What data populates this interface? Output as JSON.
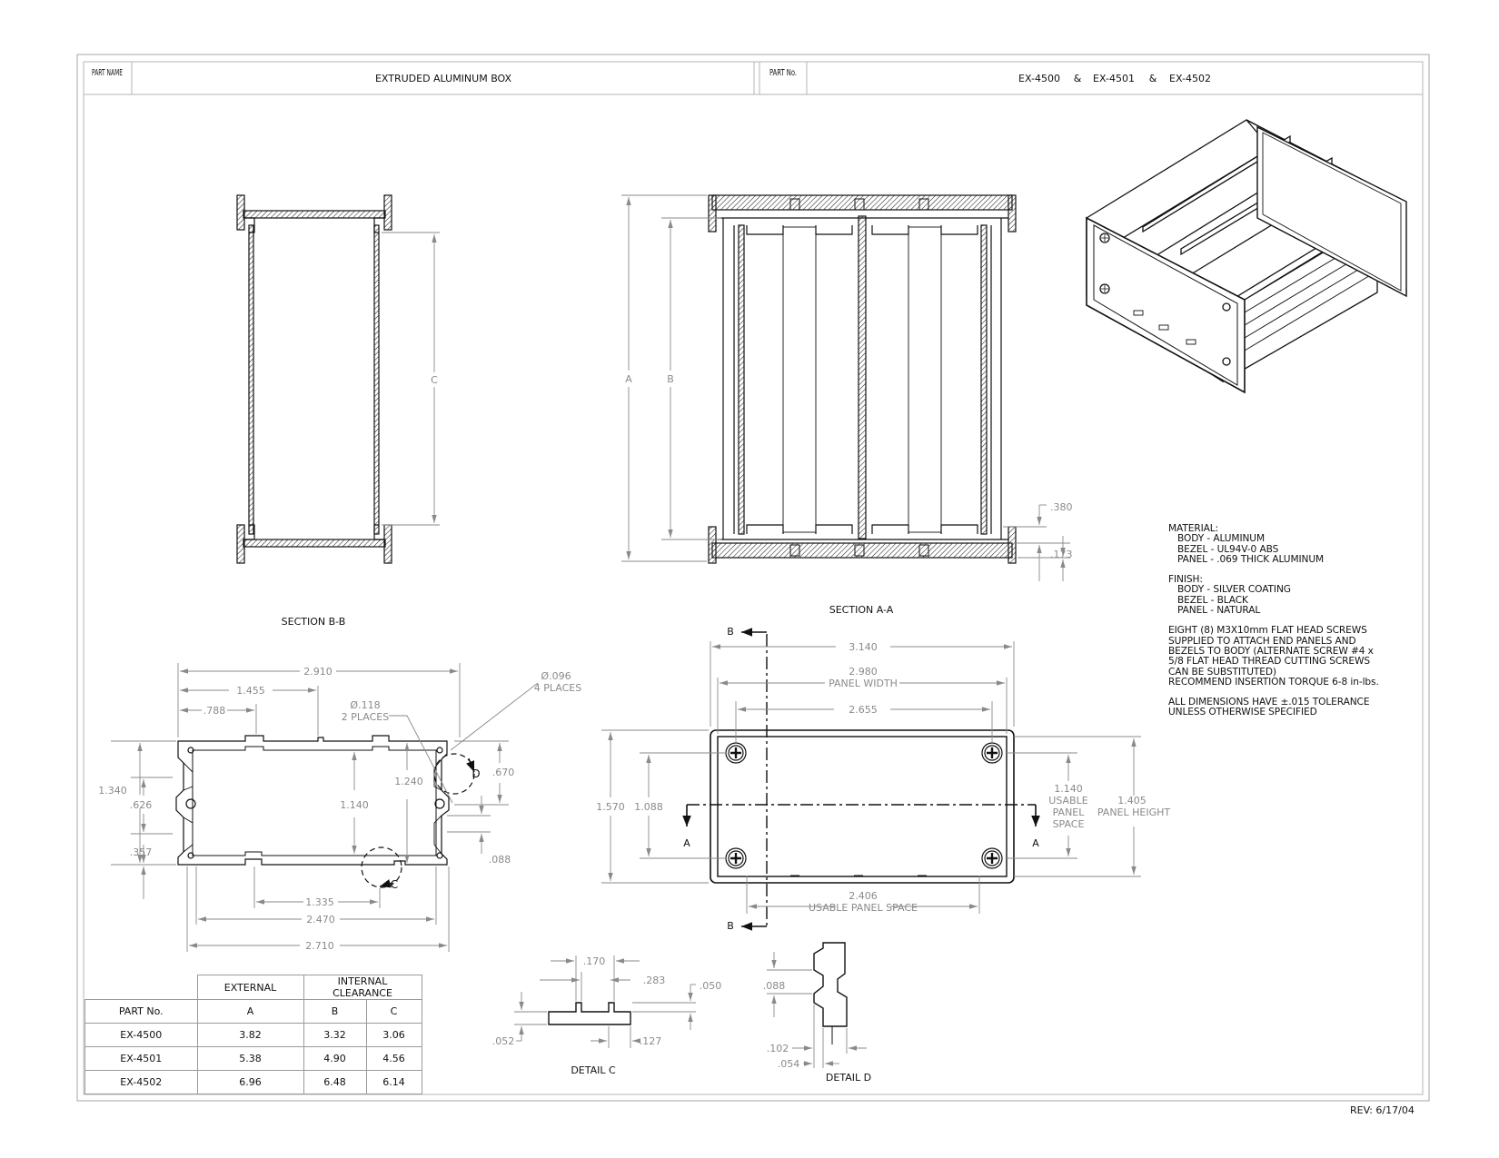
{
  "title_block": {
    "part_name_label": "PART NAME",
    "part_name_value": "EXTRUDED ALUMINUM BOX",
    "part_no_label": "PART No.",
    "part_numbers": [
      "EX-4500",
      "&",
      "EX-4501",
      "&",
      "EX-4502"
    ]
  },
  "views": {
    "section_bb": "SECTION B-B",
    "section_aa": "SECTION A-A",
    "detail_c": "DETAIL C",
    "detail_d": "DETAIL D"
  },
  "dimensions": {
    "sec_bb": {
      "c": "C"
    },
    "sec_aa": {
      "a": "A",
      "b": "B",
      "d380": ".380",
      "d173": ".173"
    },
    "end": {
      "w2910": "2.910",
      "w1455": "1.455",
      "w788": ".788",
      "hole096": "Ø.096",
      "hole096_note": "4 PLACES",
      "hole118": "Ø.118",
      "hole118_note": "2 PLACES",
      "h1340": "1.340",
      "h626": ".626",
      "h357": ".357",
      "h1140": "1.140",
      "h1240": "1.240",
      "h670": ".670",
      "h088": ".088",
      "w1335": "1.335",
      "w2470": "2.470",
      "w2710": "2.710",
      "detail_c_tag": "C",
      "detail_d_tag": "D"
    },
    "panel": {
      "w3140": "3.140",
      "w2980": "2.980",
      "w2980_note": "PANEL WIDTH",
      "w2655": "2.655",
      "h1570": "1.570",
      "h1088": "1.088",
      "h1140": "1.140",
      "h1140_note": [
        "USABLE",
        "PANEL",
        "SPACE"
      ],
      "h1405": "1.405",
      "h1405_note": "PANEL HEIGHT",
      "w2406": "2.406",
      "w2406_note": "USABLE PANEL SPACE",
      "cut_a": "A",
      "cut_b": "B"
    },
    "detail_c": {
      "d170": ".170",
      "d283": ".283",
      "d050": ".050",
      "d052": ".052",
      "d127": ".127"
    },
    "detail_d": {
      "d088": ".088",
      "d102": ".102",
      "d054": ".054"
    }
  },
  "notes": {
    "material_title": "MATERIAL:",
    "material": [
      "BODY - ALUMINUM",
      "BEZEL - UL94V-0 ABS",
      "PANEL - .069 THICK ALUMINUM"
    ],
    "finish_title": "FINISH:",
    "finish": [
      "BODY - SILVER COATING",
      "BEZEL - BLACK",
      "PANEL - NATURAL"
    ],
    "screws": [
      "EIGHT (8) M3X10mm FLAT HEAD SCREWS",
      "SUPPLIED TO ATTACH END PANELS AND",
      "BEZELS TO BODY (ALTERNATE SCREW #4 x",
      "5/8 FLAT HEAD THREAD CUTTING SCREWS",
      "CAN BE SUBSTITUTED)",
      "RECOMMEND INSERTION TORQUE 6-8 in-lbs."
    ],
    "tolerance": [
      "ALL DIMENSIONS HAVE  ±.015 TOLERANCE",
      "UNLESS OTHERWISE SPECIFIED"
    ]
  },
  "table": {
    "group_headers": [
      "EXTERNAL",
      "INTERNAL CLEARANCE"
    ],
    "columns": [
      "PART No.",
      "A",
      "B",
      "C"
    ],
    "rows": [
      [
        "EX-4500",
        "3.82",
        "3.32",
        "3.06"
      ],
      [
        "EX-4501",
        "5.38",
        "4.90",
        "4.56"
      ],
      [
        "EX-4502",
        "6.96",
        "6.48",
        "6.14"
      ]
    ]
  },
  "revision": "REV: 6/17/04"
}
